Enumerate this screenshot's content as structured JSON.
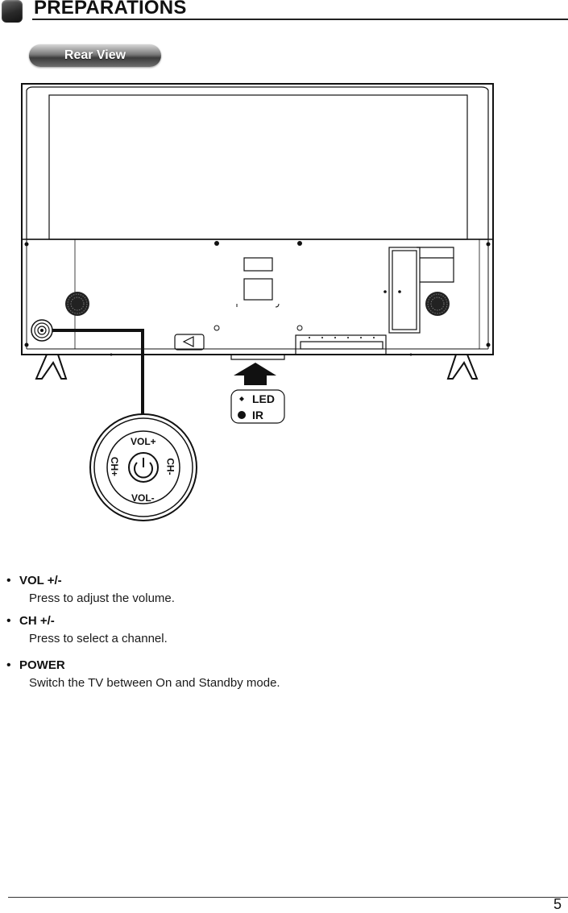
{
  "header": {
    "title": "PREPARATIONS"
  },
  "section": {
    "label": "Rear View"
  },
  "diagram": {
    "indicator": {
      "led_label": "LED",
      "ir_label": "IR"
    },
    "control_panel": {
      "vol_plus": "VOL+",
      "vol_minus": "VOL-",
      "ch_plus": "CH+",
      "ch_minus": "CH-",
      "power_icon": "power-icon"
    }
  },
  "bullets": [
    {
      "title": "VOL +/-",
      "description": "Press to adjust the volume."
    },
    {
      "title": "CH +/-",
      "description": "Press to select a channel."
    },
    {
      "title": "POWER",
      "description": "Switch the TV between On and Standby mode."
    }
  ],
  "footer": {
    "page_number": "5"
  }
}
